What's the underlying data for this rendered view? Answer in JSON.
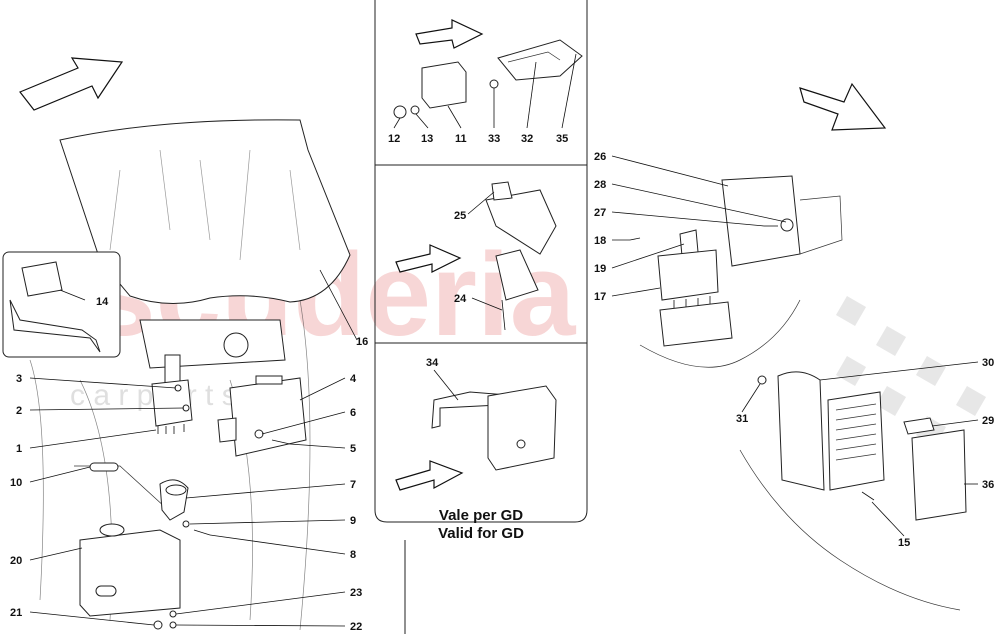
{
  "watermark": {
    "brand": "scuderia",
    "subtitle": "c a r   p a r t s"
  },
  "variant_note": {
    "line1": "Vale per GD",
    "line2": "Valid for GD"
  },
  "callouts": {
    "c1": "1",
    "c2": "2",
    "c3": "3",
    "c4": "4",
    "c5": "5",
    "c6": "6",
    "c7": "7",
    "c8": "8",
    "c9": "9",
    "c10": "10",
    "c11": "11",
    "c12": "12",
    "c13": "13",
    "c14": "14",
    "c15": "15",
    "c16": "16",
    "c17": "17",
    "c18": "18",
    "c19": "19",
    "c20": "20",
    "c21": "21",
    "c22": "22",
    "c23": "23",
    "c24": "24",
    "c25": "25",
    "c26": "26",
    "c27": "27",
    "c28": "28",
    "c29": "29",
    "c30": "30",
    "c31": "31",
    "c32": "32",
    "c33": "33",
    "c34": "34",
    "c35": "35",
    "c36": "36"
  }
}
